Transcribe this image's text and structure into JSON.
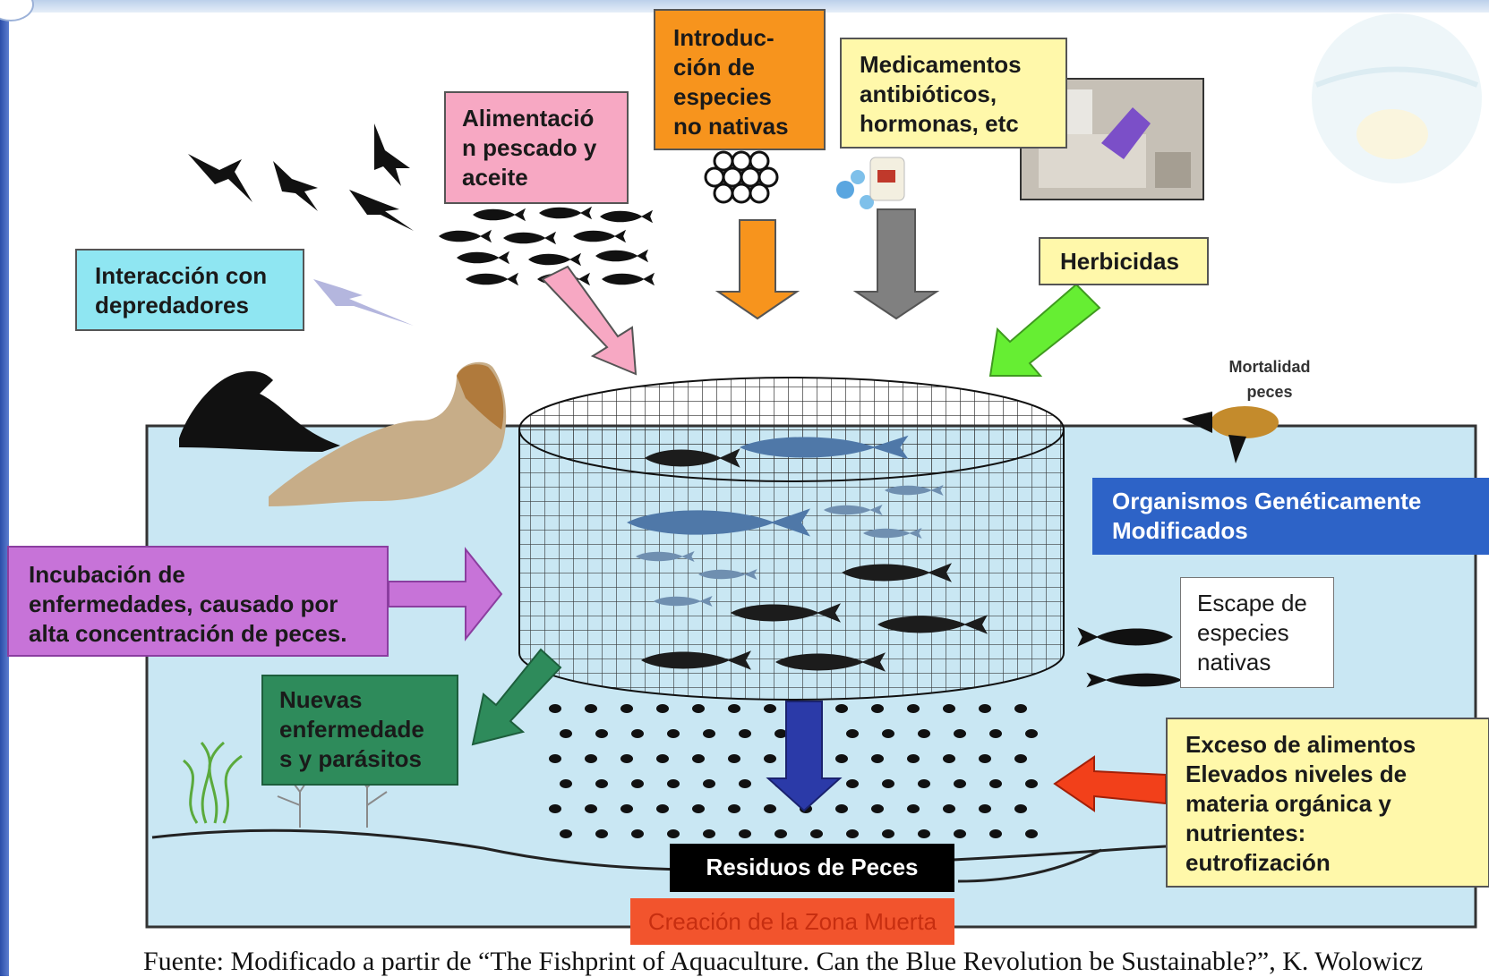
{
  "labels": {
    "alimentacion": [
      "Alimentació",
      "n pescado y",
      "aceite"
    ],
    "introduccion": [
      "Introduc-",
      "ción de",
      "especies",
      "no nativas"
    ],
    "medicamentos": [
      "Medicamentos",
      "antibióticos,",
      "hormonas, etc"
    ],
    "interaccion": [
      "Interacción con",
      "depredadores"
    ],
    "herbicidas": [
      "Herbicidas"
    ],
    "mortalidad": [
      "Mortalidad",
      "peces"
    ],
    "ogm": [
      "Organismos Genéticamente",
      "Modificados"
    ],
    "incubacion": [
      "Incubación de",
      "enfermedades, causado por",
      "alta concentración de peces."
    ],
    "escape": [
      "Escape de",
      "especies",
      "nativas"
    ],
    "nuevas": [
      "Nuevas",
      "enfermedade",
      "s y parásitos"
    ],
    "exceso": [
      "Exceso de alimentos",
      "Elevados niveles de",
      "materia orgánica y",
      "nutrientes:",
      "eutrofización"
    ],
    "residuos": "Residuos de Peces",
    "zona": "Creación de la Zona Muerta"
  },
  "source_note": "Fuente: Modificado a partir de “The Fishprint of Aquaculture. Can the Blue Revolution be Sustainable?”, K. Wolowicz",
  "colors": {
    "water": "#c9e7f3",
    "alimentacion": "#f7a8c3",
    "introduccion": "#f7941d",
    "medicamentos": "#fff8aa",
    "interaccion": "#8fe6f2",
    "herbicidas_arrow": "#66ee33",
    "ogm": "#2d63c7",
    "incubacion": "#c773d8",
    "nuevas": "#2e8b5b",
    "exceso_arrow": "#f2401a",
    "zona": "#f2542d",
    "residuos_arrow": "#2b3aa8"
  },
  "icons": {
    "birds": "flying-seabird-icon",
    "sea_lions": "sea-lion-icon",
    "fish": "fish-icon",
    "eggs": "fish-eggs-icon",
    "medicine": "medicine-bottle-icon",
    "lab_photo": "laboratory-photo",
    "seaweed": "seaweed-icon",
    "turtle": "dead-fish-icon"
  }
}
